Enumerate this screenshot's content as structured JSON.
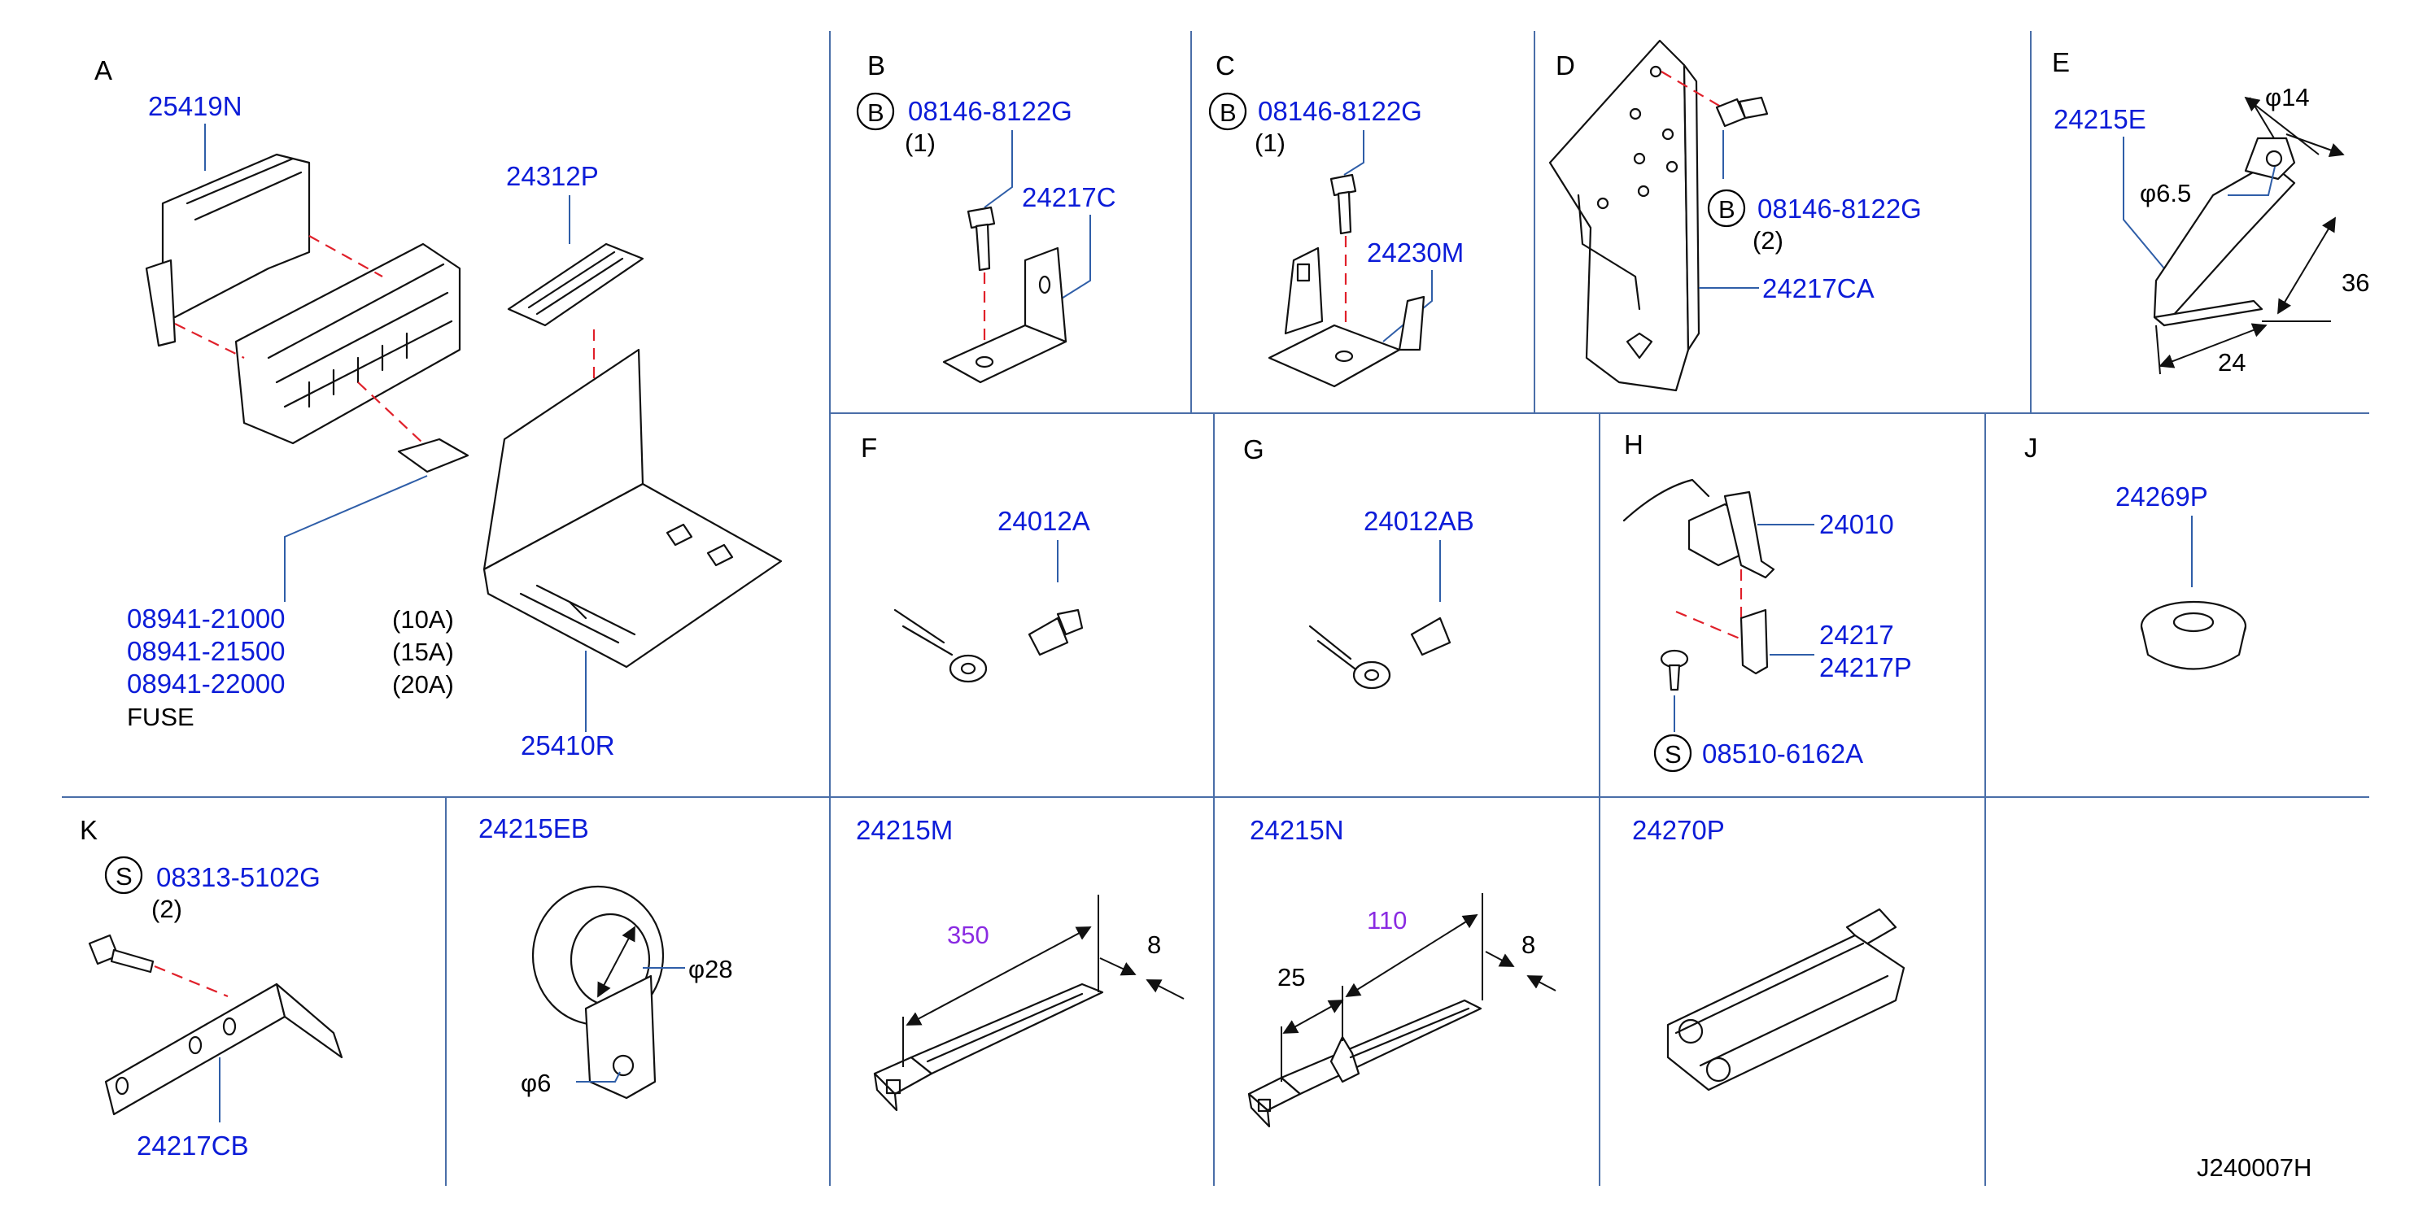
{
  "colors": {
    "part_number": "#0c1cd8",
    "dimension_highlight": "#8a2be2",
    "alignment_dash": "#e0202a",
    "grid_line": "#4a6ea8"
  },
  "panels": {
    "A": {
      "label": "A",
      "part_top": "25419N",
      "part_cover": "24312P",
      "part_box": "25410R",
      "fuse_rows": [
        {
          "pn": "08941-21000",
          "qty": "(10A)"
        },
        {
          "pn": "08941-21500",
          "qty": "(15A)"
        },
        {
          "pn": "08941-22000",
          "qty": "(20A)"
        }
      ],
      "fuse_label": "FUSE"
    },
    "B": {
      "label": "B",
      "mark": "B",
      "bolt": "08146-8122G",
      "bolt_qty": "(1)",
      "bracket": "24217C"
    },
    "C": {
      "label": "C",
      "mark": "B",
      "bolt": "08146-8122G",
      "bolt_qty": "(1)",
      "bracket": "24230M"
    },
    "D": {
      "label": "D",
      "mark": "B",
      "bolt": "08146-8122G",
      "bolt_qty": "(2)",
      "bracket": "24217CA"
    },
    "E": {
      "label": "E",
      "part": "24215E",
      "dim_phi14": "φ14",
      "dim_phi65": "φ6.5",
      "dim_36": "36",
      "dim_24": "24"
    },
    "F": {
      "label": "F",
      "part": "24012A"
    },
    "G": {
      "label": "G",
      "part": "24012AB"
    },
    "H": {
      "label": "H",
      "relay": "24010",
      "bracket_a": "24217",
      "bracket_b": "24217P",
      "mark": "S",
      "screw": "08510-6162A"
    },
    "J": {
      "label": "J",
      "part": "24269P"
    },
    "K": {
      "label": "K",
      "mark": "S",
      "bolt": "08313-5102G",
      "bolt_qty": "(2)",
      "bracket": "24217CB"
    },
    "EB": {
      "part": "24215EB",
      "dim_phi28": "φ28",
      "dim_phi6": "φ6"
    },
    "M": {
      "part": "24215M",
      "dim_len": "350",
      "dim_w": "8"
    },
    "N": {
      "part": "24215N",
      "dim_len": "110",
      "dim_w": "8",
      "dim_25": "25"
    },
    "P": {
      "part": "24270P"
    }
  },
  "diagram_code": "J240007H"
}
